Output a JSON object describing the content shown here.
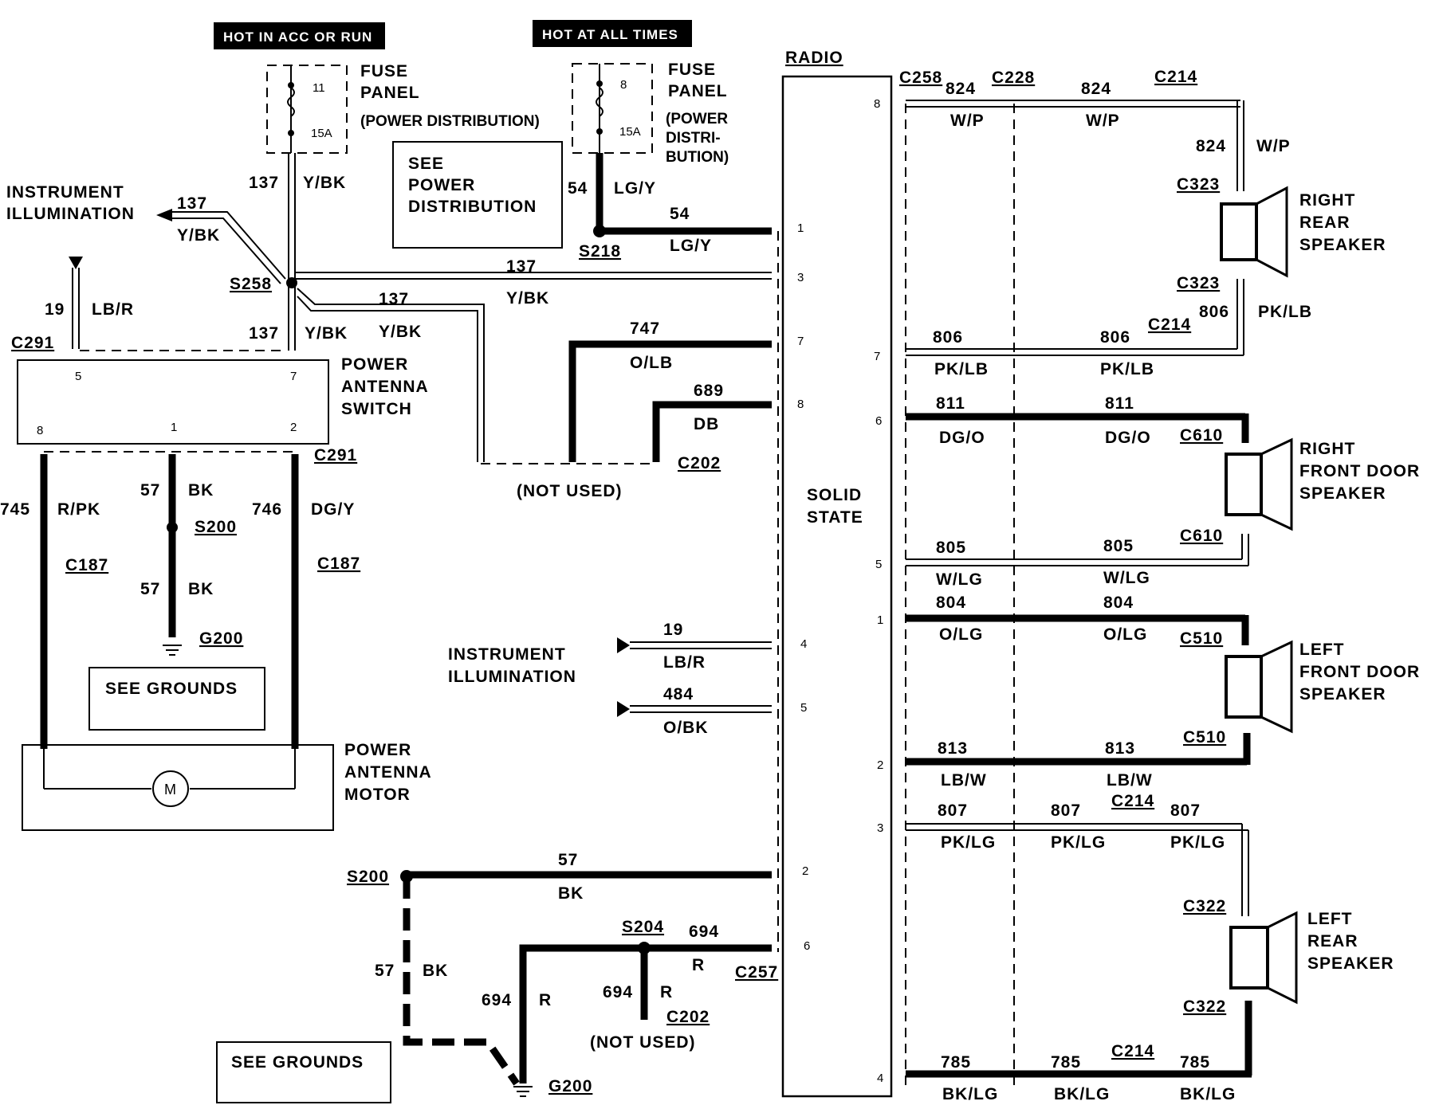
{
  "power": {
    "hot_acc_run": "HOT IN ACC OR RUN",
    "hot_all_times": "HOT AT ALL TIMES",
    "fuse_left_num": "11",
    "fuse_left_amp": "15A",
    "fuse_right_num": "8",
    "fuse_right_amp": "15A",
    "fuse_panel": "FUSE",
    "fuse_panel2": "PANEL",
    "power_dist_left": "(POWER DISTRIBUTION)",
    "power_dist_r1": "(POWER",
    "power_dist_r2": "DISTRI-",
    "power_dist_r3": "BUTION)",
    "see_power": [
      "SEE",
      "POWER",
      "DISTRIBUTION"
    ]
  },
  "labels": {
    "radio": "RADIO",
    "solid_state": [
      "SOLID",
      "STATE"
    ],
    "instr_illum_top": [
      "INSTRUMENT",
      "ILLUMINATION"
    ],
    "instr_illum_mid": [
      "INSTRUMENT",
      "ILLUMINATION"
    ],
    "antenna_switch": [
      "POWER",
      "ANTENNA",
      "SWITCH"
    ],
    "antenna_motor": [
      "POWER",
      "ANTENNA",
      "MOTOR"
    ],
    "motor": "M",
    "see_grounds": "SEE GROUNDS",
    "not_used": "(NOT USED)",
    "rr_speaker": [
      "RIGHT",
      "REAR",
      "SPEAKER"
    ],
    "rf_speaker": [
      "RIGHT",
      "FRONT DOOR",
      "SPEAKER"
    ],
    "lf_speaker": [
      "LEFT",
      "FRONT DOOR",
      "SPEAKER"
    ],
    "lr_speaker": [
      "LEFT",
      "REAR",
      "SPEAKER"
    ]
  },
  "connectors": {
    "s258": "S258",
    "s218": "S218",
    "s200": "S200",
    "s204": "S204",
    "c291": "C291",
    "c187": "C187",
    "g200": "G200",
    "c202": "C202",
    "c257": "C257",
    "c258": "C258",
    "c228": "C228",
    "c214": "C214",
    "c323": "C323",
    "c610": "C610",
    "c510": "C510",
    "c322": "C322"
  },
  "wires": {
    "w137": "137",
    "ybk": "Y/BK",
    "w19": "19",
    "lbr": "LB/R",
    "w54": "54",
    "lgy": "LG/Y",
    "w747": "747",
    "olb": "O/LB",
    "w689": "689",
    "db": "DB",
    "w745": "745",
    "rpk": "R/PK",
    "w746": "746",
    "dgy": "DG/Y",
    "w57": "57",
    "bk": "BK",
    "w484": "484",
    "obk": "O/BK",
    "w694": "694",
    "r": "R",
    "w824": "824",
    "wp": "W/P",
    "w806": "806",
    "pklb": "PK/LB",
    "w811": "811",
    "dgo": "DG/O",
    "w805": "805",
    "wlg": "W/LG",
    "w804": "804",
    "olg": "O/LG",
    "w813": "813",
    "lbw": "LB/W",
    "w807": "807",
    "pklg": "PK/LG",
    "w785": "785",
    "bklg": "BK/LG"
  },
  "pins": {
    "radio_left": [
      "1",
      "3",
      "7",
      "8",
      "4",
      "5",
      "2",
      "6"
    ],
    "radio_right": [
      "8",
      "7",
      "6",
      "5",
      "1",
      "2",
      "3",
      "4"
    ],
    "switch": [
      "5",
      "7",
      "8",
      "1",
      "2"
    ]
  }
}
